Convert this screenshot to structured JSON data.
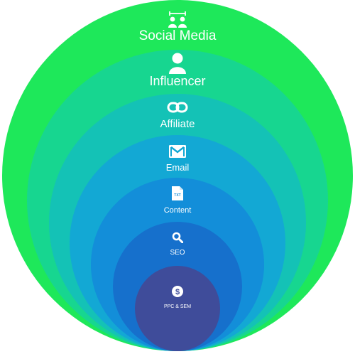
{
  "diagram": {
    "layers": [
      {
        "label": "Social Media",
        "icon": "people-connect-icon",
        "color": "#1ee85a"
      },
      {
        "label": "Influencer",
        "icon": "person-icon",
        "color": "#17d690"
      },
      {
        "label": "Affiliate",
        "icon": "link-icon",
        "color": "#14c2b6"
      },
      {
        "label": "Email",
        "icon": "mail-icon",
        "color": "#13a8d4"
      },
      {
        "label": "Content",
        "icon": "txt-file-icon",
        "color": "#138ed9"
      },
      {
        "label": "SEO",
        "icon": "magnifier-icon",
        "color": "#1670cc"
      },
      {
        "label": "PPC & SEM",
        "icon": "dollar-coin-icon",
        "color": "#3f4c9a"
      }
    ]
  }
}
